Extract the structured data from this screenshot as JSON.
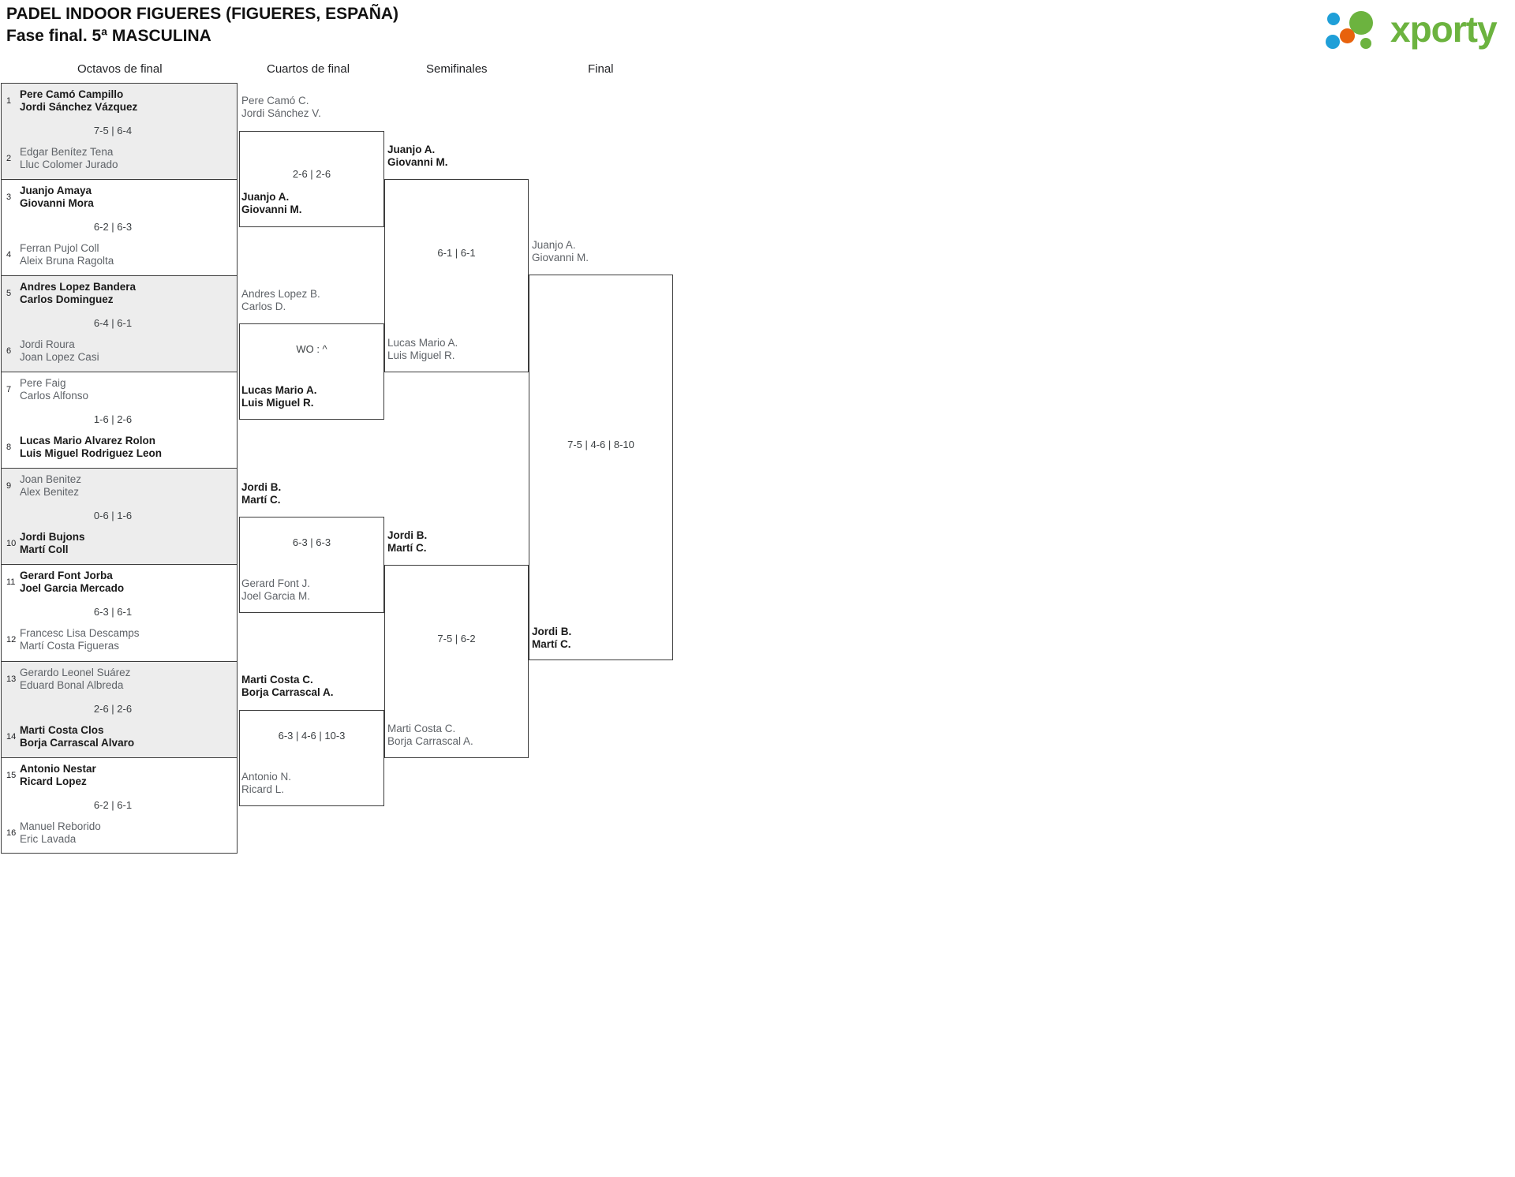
{
  "header": {
    "tournament": "PADEL INDOOR FIGUERES (FIGUERES, ESPAÑA)",
    "phase": "Fase final. 5ª MASCULINA"
  },
  "logo": {
    "wordmark": "xporty",
    "green": "#6cb33f",
    "orange": "#e8620c",
    "blue": "#1f9fd8"
  },
  "rounds": [
    {
      "label": "Octavos de final"
    },
    {
      "label": "Cuartos de final"
    },
    {
      "label": "Semifinales"
    },
    {
      "label": "Final"
    }
  ],
  "round1": {
    "matches": [
      {
        "shaded": true,
        "top": {
          "seed": "1",
          "p1": "Pere Camó Campillo",
          "p2": "Jordi Sánchez Vázquez",
          "winner": true
        },
        "bottom": {
          "seed": "2",
          "p1": "Edgar Benítez Tena",
          "p2": "Lluc Colomer Jurado",
          "winner": false
        },
        "score": "7-5 | 6-4"
      },
      {
        "shaded": false,
        "top": {
          "seed": "3",
          "p1": "Juanjo Amaya",
          "p2": "Giovanni Mora",
          "winner": true
        },
        "bottom": {
          "seed": "4",
          "p1": "Ferran Pujol Coll",
          "p2": "Aleix Bruna Ragolta",
          "winner": false
        },
        "score": "6-2 | 6-3"
      },
      {
        "shaded": true,
        "top": {
          "seed": "5",
          "p1": "Andres Lopez Bandera",
          "p2": "Carlos Dominguez",
          "winner": true
        },
        "bottom": {
          "seed": "6",
          "p1": "Jordi Roura",
          "p2": "Joan Lopez Casi",
          "winner": false
        },
        "score": "6-4 | 6-1"
      },
      {
        "shaded": false,
        "top": {
          "seed": "7",
          "p1": "Pere Faig",
          "p2": "Carlos Alfonso",
          "winner": false
        },
        "bottom": {
          "seed": "8",
          "p1": "Lucas Mario Alvarez Rolon",
          "p2": "Luis Miguel Rodriguez Leon",
          "winner": true
        },
        "score": "1-6 | 2-6"
      },
      {
        "shaded": true,
        "top": {
          "seed": "9",
          "p1": "Joan Benitez",
          "p2": "Alex Benitez",
          "winner": false
        },
        "bottom": {
          "seed": "10",
          "p1": "Jordi Bujons",
          "p2": "Martí Coll",
          "winner": true
        },
        "score": "0-6 | 1-6"
      },
      {
        "shaded": false,
        "top": {
          "seed": "11",
          "p1": "Gerard Font Jorba",
          "p2": "Joel Garcia Mercado",
          "winner": true
        },
        "bottom": {
          "seed": "12",
          "p1": "Francesc Lisa Descamps",
          "p2": "Martí Costa Figueras",
          "winner": false
        },
        "score": "6-3 | 6-1"
      },
      {
        "shaded": true,
        "top": {
          "seed": "13",
          "p1": "Gerardo Leonel Suárez",
          "p2": "Eduard Bonal Albreda",
          "winner": false
        },
        "bottom": {
          "seed": "14",
          "p1": "Marti Costa Clos",
          "p2": "Borja Carrascal Alvaro",
          "winner": true
        },
        "score": "2-6 | 2-6"
      },
      {
        "shaded": false,
        "top": {
          "seed": "15",
          "p1": "Antonio Nestar",
          "p2": "Ricard Lopez",
          "winner": true
        },
        "bottom": {
          "seed": "16",
          "p1": "Manuel Reborido",
          "p2": "Eric Lavada",
          "winner": false
        },
        "score": "6-2 | 6-1"
      }
    ]
  },
  "quarterfinals": [
    {
      "top": {
        "p1": "Pere Camó C.",
        "p2": "Jordi Sánchez V.",
        "winner": false
      },
      "bottom": {
        "p1": "Juanjo A.",
        "p2": "Giovanni M.",
        "winner": true
      },
      "score": "2-6 | 2-6"
    },
    {
      "top": {
        "p1": "Andres Lopez B.",
        "p2": "Carlos D.",
        "winner": false
      },
      "bottom": {
        "p1": "Lucas Mario A.",
        "p2": "Luis Miguel R.",
        "winner": true
      },
      "score": "WO : ^"
    },
    {
      "top": {
        "p1": "Jordi B.",
        "p2": "Martí C.",
        "winner": true
      },
      "bottom": {
        "p1": "Gerard Font J.",
        "p2": "Joel Garcia M.",
        "winner": false
      },
      "score": "6-3 | 6-3"
    },
    {
      "top": {
        "p1": "Marti Costa C.",
        "p2": "Borja Carrascal A.",
        "winner": true
      },
      "bottom": {
        "p1": "Antonio N.",
        "p2": "Ricard L.",
        "winner": false
      },
      "score": "6-3 | 4-6 | 10-3"
    }
  ],
  "semifinals": [
    {
      "top": {
        "p1": "Juanjo A.",
        "p2": "Giovanni M.",
        "winner": true
      },
      "bottom": {
        "p1": "Lucas Mario A.",
        "p2": "Luis Miguel R.",
        "winner": false
      },
      "score": "6-1 | 6-1"
    },
    {
      "top": {
        "p1": "Jordi B.",
        "p2": "Martí C.",
        "winner": true
      },
      "bottom": {
        "p1": "Marti Costa C.",
        "p2": "Borja Carrascal A.",
        "winner": false
      },
      "score": "7-5 | 6-2"
    }
  ],
  "final": {
    "top": {
      "p1": "Juanjo A.",
      "p2": "Giovanni M.",
      "winner": false
    },
    "bottom": {
      "p1": "Jordi B.",
      "p2": "Martí C.",
      "winner": true
    },
    "score": "7-5 | 4-6 | 8-10"
  }
}
